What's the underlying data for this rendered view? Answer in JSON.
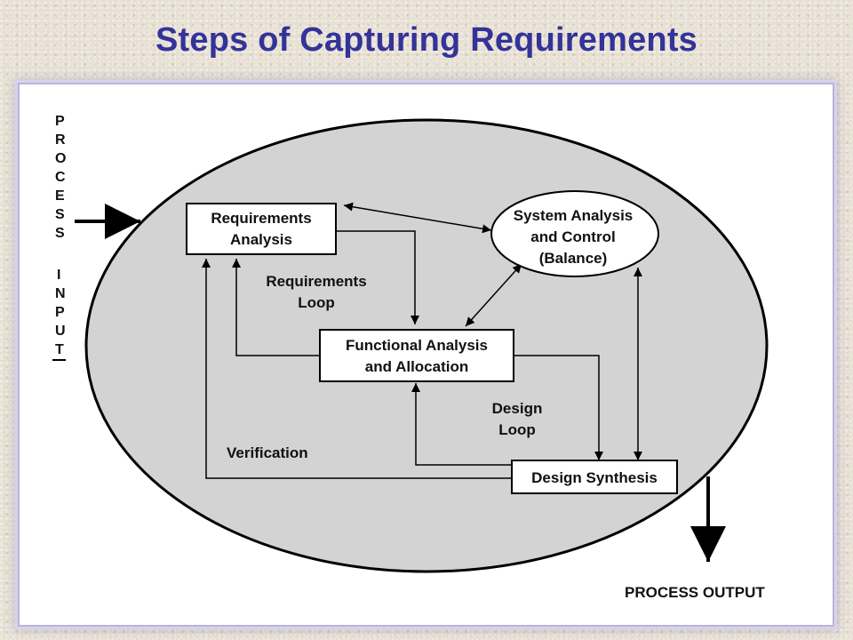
{
  "title": "Steps of Capturing Requirements",
  "side_input": {
    "line1": [
      "P",
      "R",
      "O",
      "C",
      "E",
      "S",
      "S"
    ],
    "line2": [
      "I",
      "N",
      "P",
      "U",
      "T"
    ]
  },
  "nodes": {
    "requirements_analysis": [
      "Requirements",
      "Analysis"
    ],
    "system_analysis": [
      "System Analysis",
      "and Control",
      "(Balance)"
    ],
    "functional_analysis": [
      "Functional Analysis",
      "and Allocation"
    ],
    "design_synthesis": [
      "Design Synthesis"
    ]
  },
  "loops": {
    "requirements_loop": [
      "Requirements",
      "Loop"
    ],
    "design_loop": [
      "Design",
      "Loop"
    ],
    "verification": "Verification"
  },
  "process_output": "PROCESS OUTPUT",
  "colors": {
    "title": "#333399",
    "ellipse_fill": "#d3d3d3",
    "stroke": "#000000"
  }
}
